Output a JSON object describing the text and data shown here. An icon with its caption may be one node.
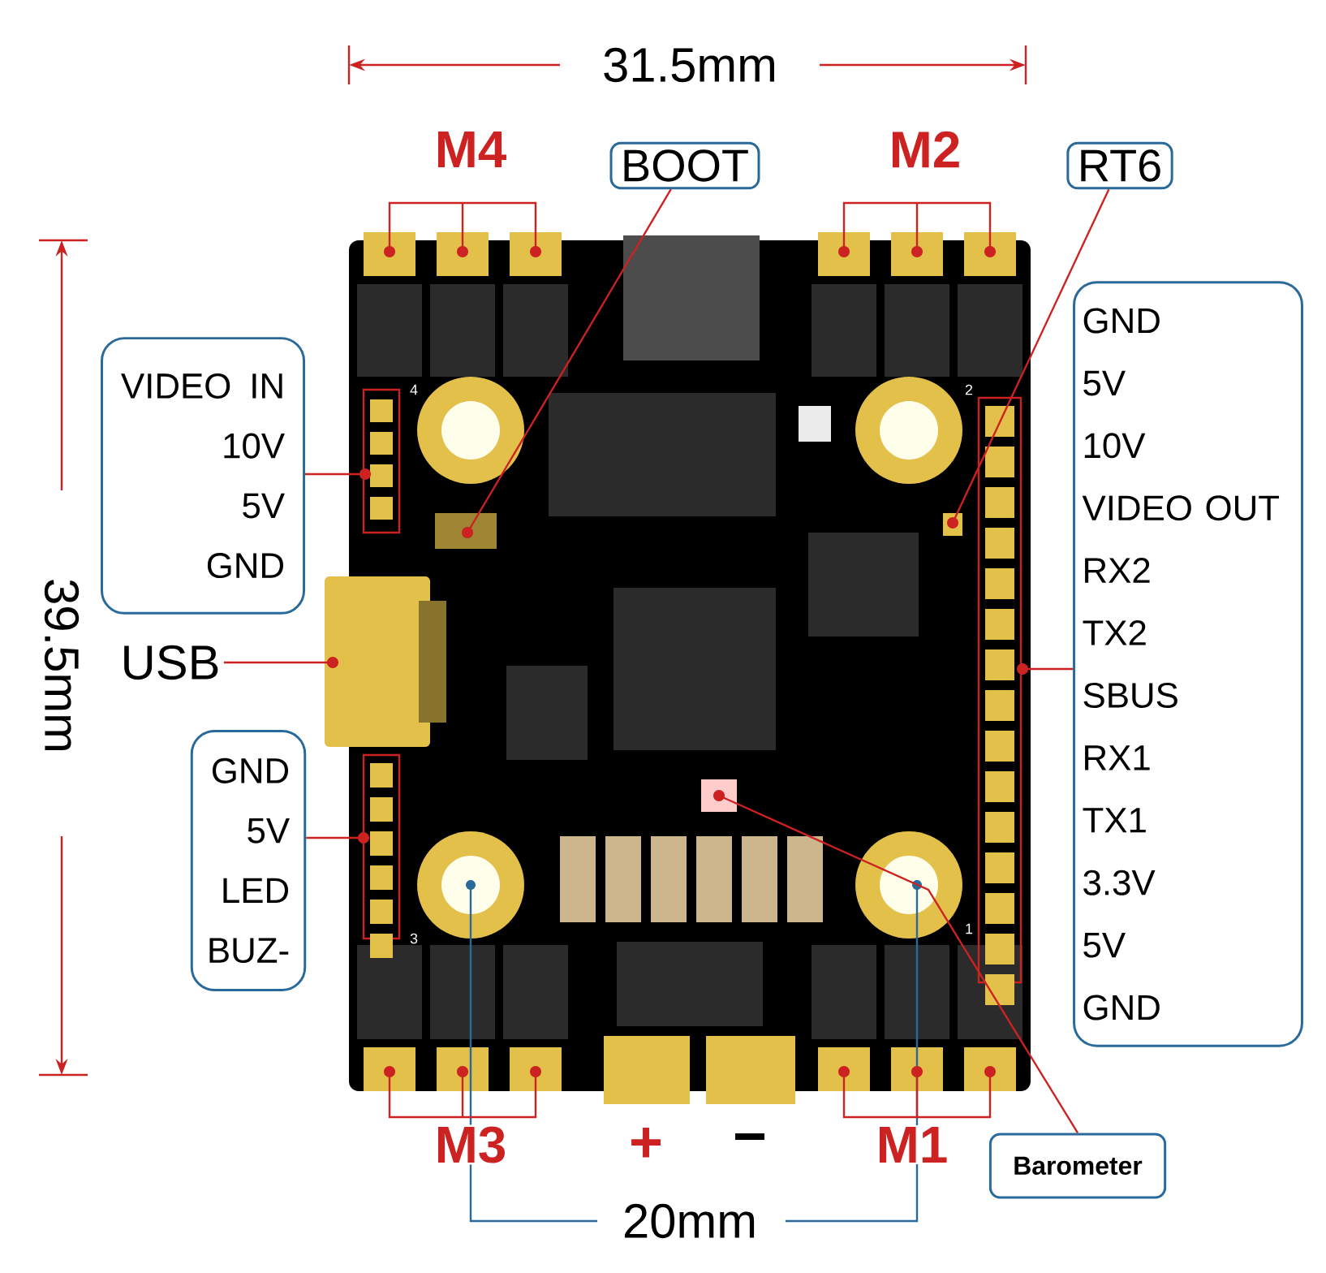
{
  "diagram": {
    "nodes": [
      {
        "text": [
          "BOOT"
        ]
      },
      {
        "text": [
          "RT6"
        ]
      },
      {
        "text": [
          "VIDEO IN",
          "10V",
          "5V",
          "GND"
        ]
      },
      {
        "text": [
          "USB"
        ]
      },
      {
        "text": [
          "GND",
          "5V",
          "LED",
          "BUZ-"
        ]
      },
      {
        "text": [
          "GND",
          "5V",
          "10V",
          "VIDEO OUT",
          "RX2",
          "TX2",
          "SBUS",
          "RX1",
          "TX1",
          "3.3V",
          "5V",
          "GND"
        ]
      },
      {
        "text": [
          "Barometer"
        ]
      }
    ],
    "edges": [
      {
        "from": 0,
        "to": null,
        "arrow": "other"
      },
      {
        "from": 1,
        "to": null,
        "arrow": "other"
      },
      {
        "from": 2,
        "to": null,
        "arrow": "other"
      },
      {
        "from": 3,
        "to": null,
        "arrow": "other"
      },
      {
        "from": 4,
        "to": null,
        "arrow": "other"
      },
      {
        "from": 5,
        "to": null,
        "arrow": "other"
      },
      {
        "from": 6,
        "to": null,
        "arrow": "other"
      }
    ],
    "labels": [
      "31.5mm",
      "M4",
      "M2",
      "4",
      "2",
      "39.5mm",
      "3",
      "1",
      "M3",
      "+",
      "−",
      "M1",
      "20mm"
    ]
  }
}
